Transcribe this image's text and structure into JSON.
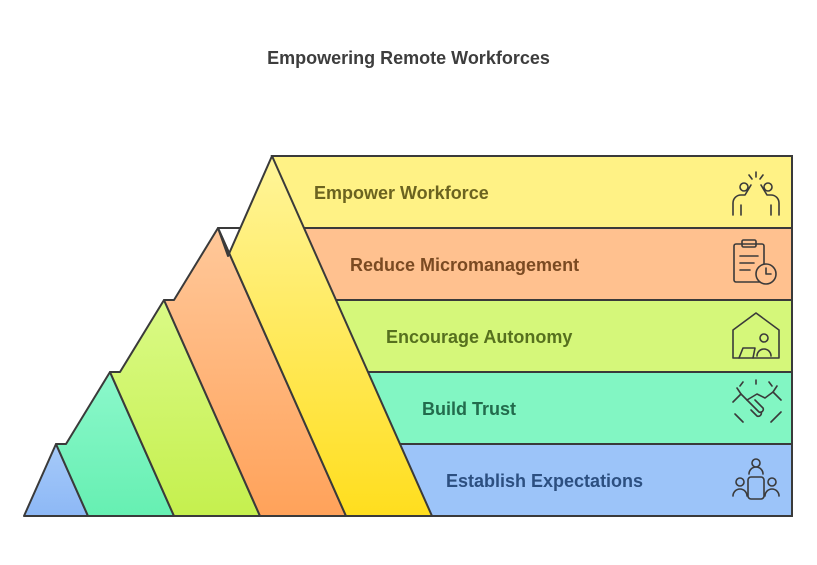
{
  "title": "Empowering Remote Workforces",
  "levels": [
    {
      "label": "Empower Workforce",
      "icon": "high-five-icon",
      "color": "#fff285",
      "text_color": "#6b6320"
    },
    {
      "label": "Reduce Micromanagement",
      "icon": "clipboard-clock-icon",
      "color": "#ffc18f",
      "text_color": "#7a4a22"
    },
    {
      "label": "Encourage Autonomy",
      "icon": "home-office-icon",
      "color": "#d5f77a",
      "text_color": "#56701e"
    },
    {
      "label": "Build Trust",
      "icon": "handshake-icon",
      "color": "#82f6c3",
      "text_color": "#226b4c"
    },
    {
      "label": "Establish Expectations",
      "icon": "meeting-table-icon",
      "color": "#9cc4f9",
      "text_color": "#2c4f80"
    }
  ]
}
